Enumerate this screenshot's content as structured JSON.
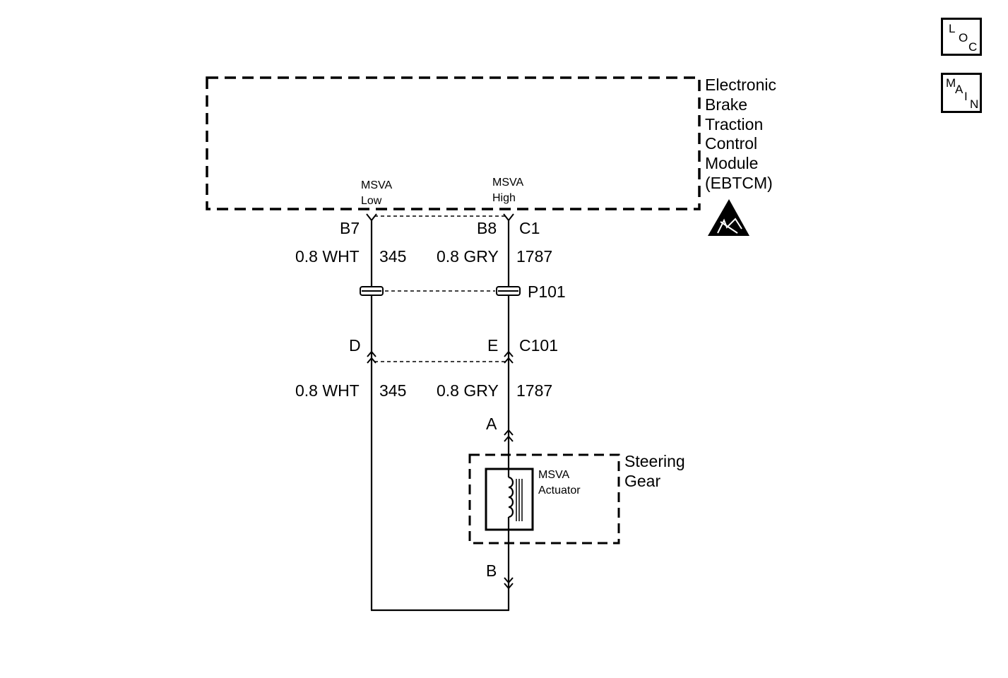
{
  "nav": {
    "loc": {
      "l1": "L",
      "l2": "O",
      "l3": "C"
    },
    "main": {
      "l1": "M",
      "l2": "A",
      "l3": "I",
      "l4": "N"
    }
  },
  "ebtcm": {
    "name_lines": [
      "Electronic",
      "Brake",
      "Traction",
      "Control",
      "Module",
      "(EBTCM)"
    ],
    "pin_low_label": [
      "MSVA",
      "Low"
    ],
    "pin_high_label": [
      "MSVA",
      "High"
    ],
    "pin_low": "B7",
    "pin_high": "B8",
    "connector": "C1"
  },
  "wires_upper": {
    "low": {
      "gauge_color": "0.8 WHT",
      "circuit": "345"
    },
    "high": {
      "gauge_color": "0.8 GRY",
      "circuit": "1787"
    }
  },
  "splice": {
    "name": "P101"
  },
  "c101": {
    "pin_low": "D",
    "pin_high": "E",
    "name": "C101"
  },
  "wires_lower": {
    "low": {
      "gauge_color": "0.8 WHT",
      "circuit": "345"
    },
    "high": {
      "gauge_color": "0.8 GRY",
      "circuit": "1787"
    }
  },
  "steering_gear": {
    "name_lines": [
      "Steering",
      "Gear"
    ],
    "pin_a": "A",
    "pin_b": "B",
    "actuator_label": [
      "MSVA",
      "Actuator"
    ]
  }
}
